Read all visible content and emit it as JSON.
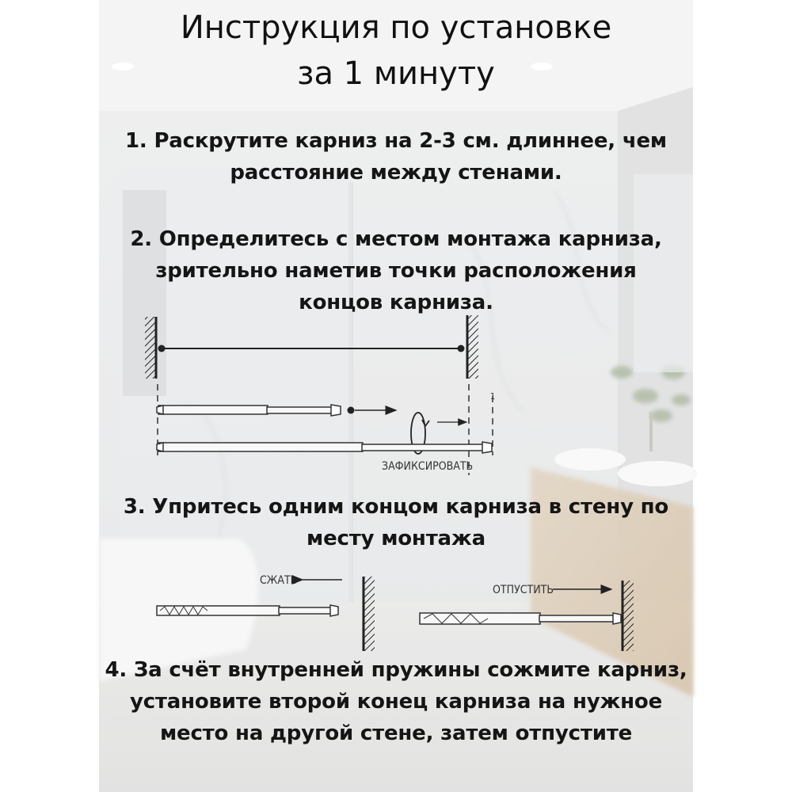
{
  "title": {
    "line1": "Инструкция по установке",
    "line2": "за 1 минуту"
  },
  "steps": [
    {
      "lines": [
        "1. Раскрутите карниз на 2-3 см. длиннее, чем",
        "расстояние между стенами."
      ]
    },
    {
      "lines": [
        "2. Определитесь с местом монтажа карниза,",
        "зрительно наметив точки расположения",
        "концов карниза."
      ]
    },
    {
      "lines": [
        "3.  Упритесь одним концом карниза в стену по",
        "месту монтажа"
      ]
    },
    {
      "lines": [
        "4. За счёт внутренней пружины сожмите карниз,",
        "установите второй конец карниза на нужное",
        "место на другой стене, затем отпустите"
      ]
    }
  ],
  "diagram": {
    "fix_label": "ЗАФИКСИРОВАТЬ",
    "gap_label": "1",
    "compress_label": "СЖАТЬ",
    "release_label": "ОТПУСТИТЬ"
  }
}
